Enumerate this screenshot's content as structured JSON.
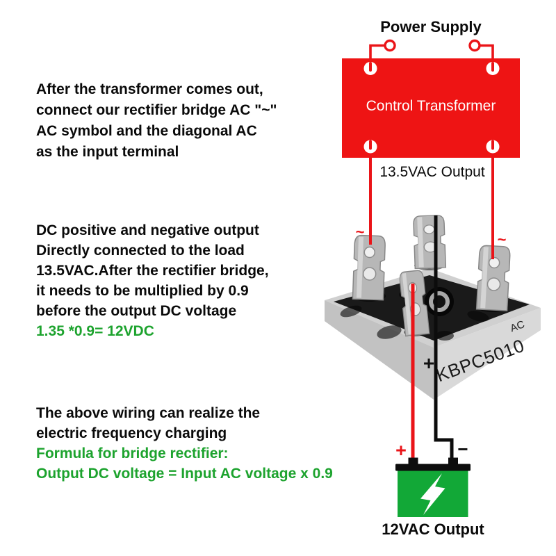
{
  "colors": {
    "wire_red": "#ea1418",
    "box_red": "#ee1414",
    "green_text": "#1da32e",
    "battery_green": "#12a837",
    "metal_gray": "#b7b7b7",
    "body_gray": "#d0d0d0",
    "top_face_black": "#1a1a1a"
  },
  "notes": {
    "block1_lines": [
      "After the transformer comes out,",
      "connect our rectifier bridge AC \"~\"",
      "AC symbol and the diagonal AC",
      "as the input terminal"
    ],
    "block2_lines": [
      "DC positive and negative output",
      "Directly connected to the load",
      "13.5VAC.After the rectifier bridge,",
      "it needs to be multiplied by 0.9",
      "before the output DC voltage"
    ],
    "block2_formula": "1.35 *0.9= 12VDC",
    "block3_lines": [
      "The above wiring can realize the",
      "electric frequency charging"
    ],
    "block3_green_lines": [
      "Formula for bridge rectifier:",
      "Output DC voltage = Input AC voltage x 0.9"
    ]
  },
  "diagram": {
    "power_supply_label": "Power Supply",
    "transformer_label": "Control Transformer",
    "transformer_output_label": "13.5VAC Output",
    "ac_symbol": "~",
    "rectifier_model": "KBPC5010",
    "rectifier_ac_marking": "AC",
    "rectifier_plus_marking": "+",
    "battery_plus": "+",
    "battery_minus": "−",
    "battery_label": "12VAC Output"
  }
}
